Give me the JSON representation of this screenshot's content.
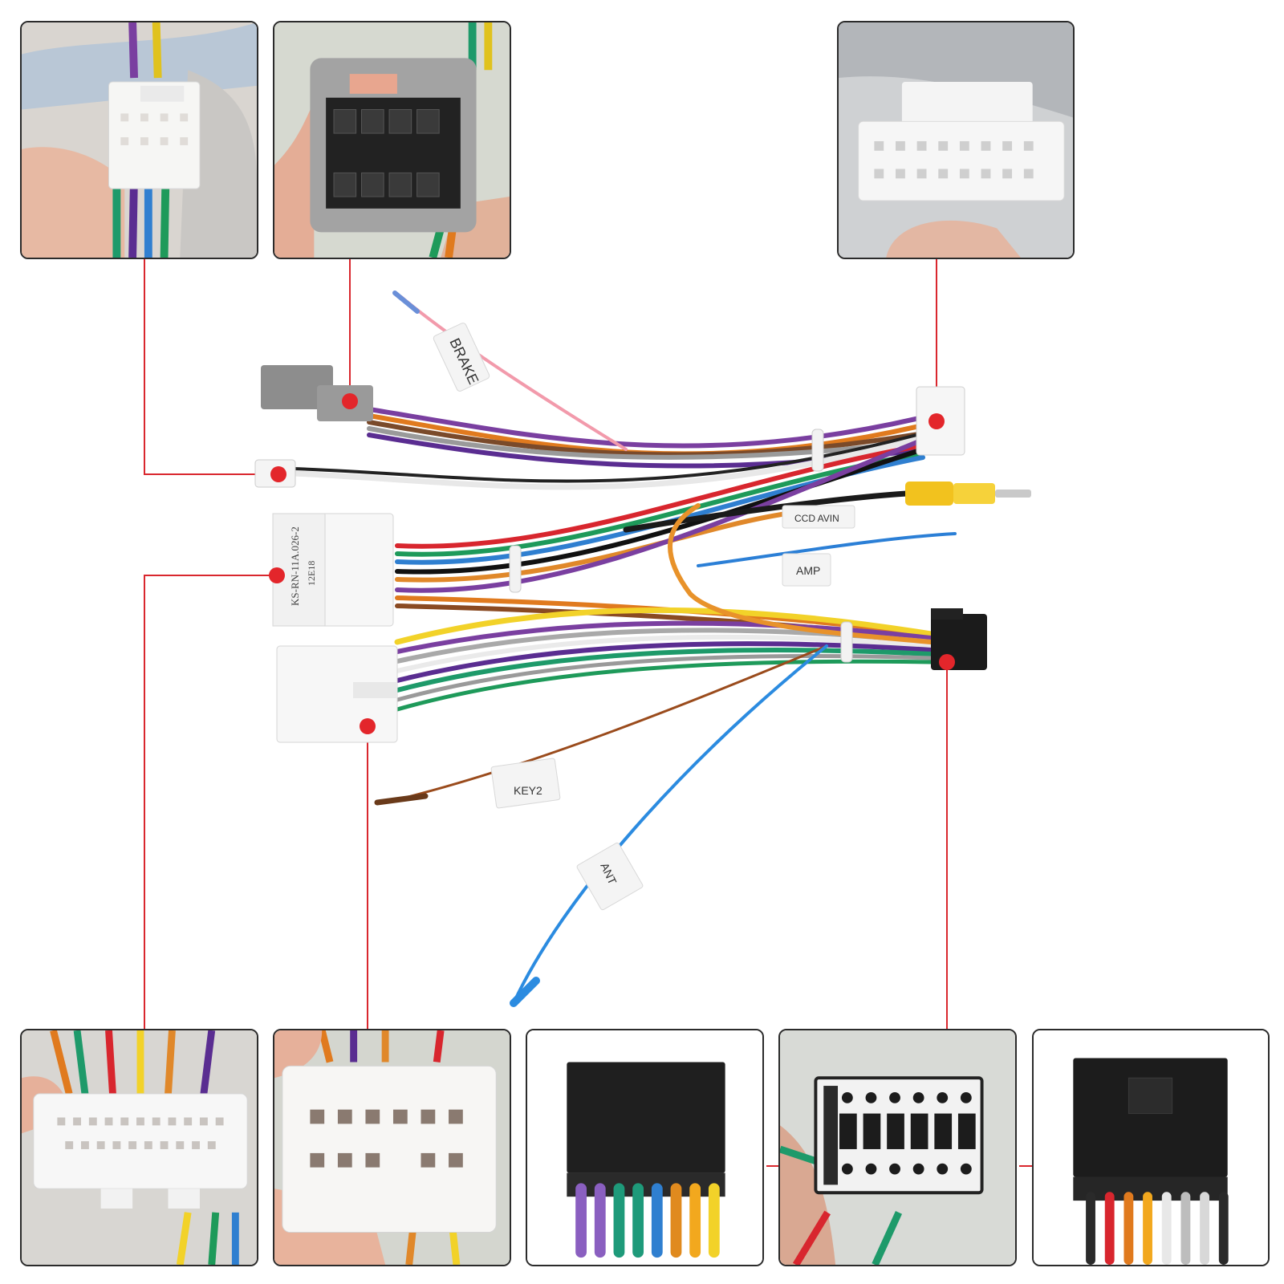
{
  "labels": {
    "brake": "BRAKE",
    "ccd_avin": "CCD AVIN",
    "amp": "AMP",
    "key2": "KEY2",
    "ant": "ANT",
    "connector_print_1": "KS-RN-11A.026-2",
    "connector_print_2": "12E18"
  },
  "colors": {
    "callout_line": "#d9272e",
    "callout_dot": "#e3262b",
    "panel_border": "#2b2b2b"
  }
}
